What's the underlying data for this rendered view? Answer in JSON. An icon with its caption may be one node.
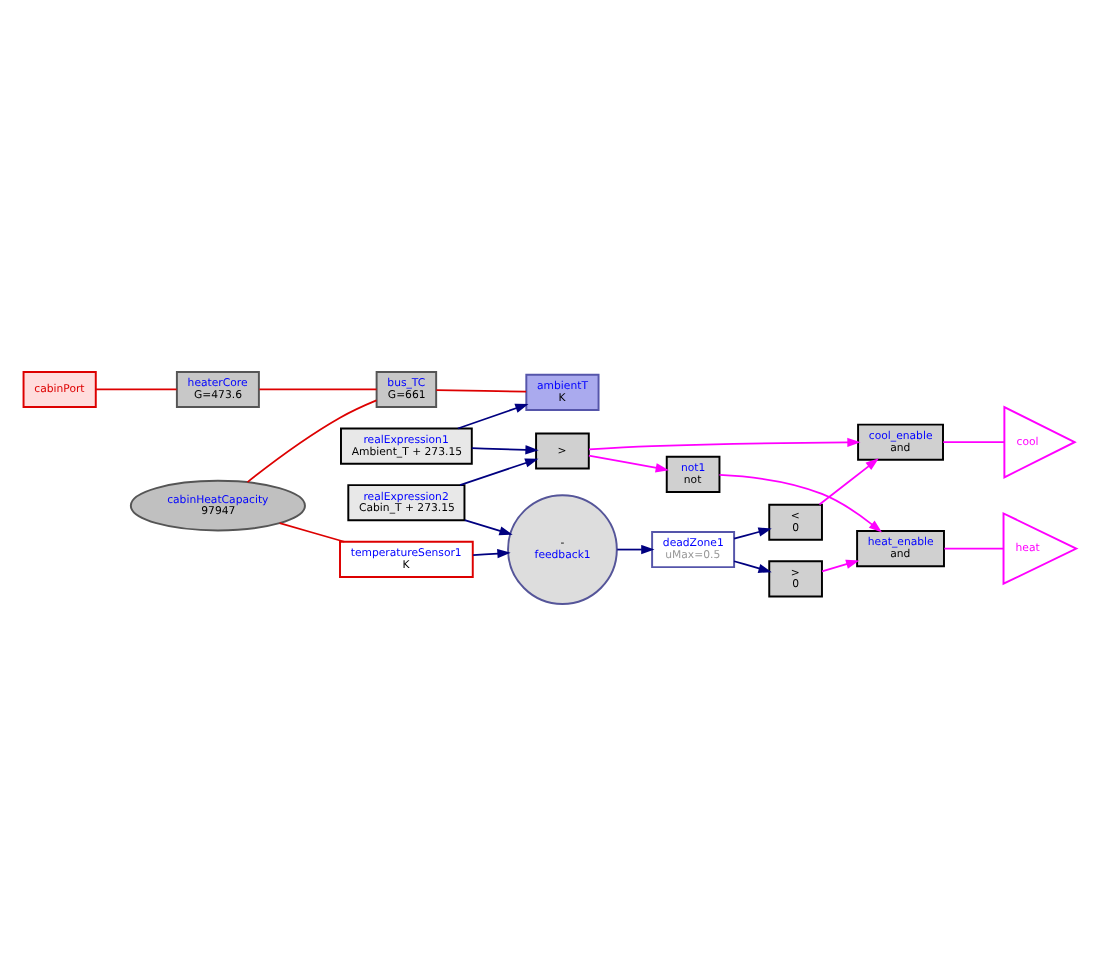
{
  "diagram": {
    "nodes": [
      {
        "text": [
          "cabinPort"
        ]
      },
      {
        "text": [
          "heaterCore",
          "G=473.6"
        ]
      },
      {
        "text": [
          "cabinHeatCapacity",
          "97947"
        ]
      },
      {
        "text": [
          "bus_TC",
          "G=661"
        ]
      },
      {
        "text": [
          "ambientT",
          "K"
        ]
      },
      {
        "text": [
          "realExpression1",
          "Ambient_T + 273.15"
        ]
      },
      {
        "text": [
          "temperatureSensor1",
          "K"
        ]
      },
      {
        "text": [
          "realExpression2",
          "Cabin_T + 273.15"
        ]
      },
      {
        "text": [
          "-",
          "feedback1"
        ]
      },
      {
        "text": [
          ">"
        ]
      },
      {
        "text": [
          "not1",
          "not"
        ]
      },
      {
        "text": [
          "deadZone1",
          "uMax=0.5"
        ]
      },
      {
        "text": [
          ">",
          "0"
        ]
      },
      {
        "text": [
          "<",
          "0"
        ]
      },
      {
        "text": [
          "cool_enable",
          "and"
        ]
      },
      {
        "text": [
          "heat_enable",
          "and"
        ]
      },
      {
        "text": [
          "cool"
        ]
      },
      {
        "text": [
          "heat"
        ]
      }
    ],
    "edges": [
      {
        "from": 0,
        "to": 1,
        "arrow": "none",
        "color": "#dd0000"
      },
      {
        "from": 1,
        "to": 3,
        "arrow": "none",
        "color": "#dd0000"
      },
      {
        "from": 2,
        "to": 3,
        "arrow": "none",
        "color": "#dd0000"
      },
      {
        "from": 2,
        "to": 6,
        "arrow": "none",
        "color": "#dd0000"
      },
      {
        "from": 3,
        "to": 4,
        "arrow": "none",
        "color": "#dd0000"
      },
      {
        "from": 5,
        "to": 4,
        "arrow": "to"
      },
      {
        "from": 5,
        "to": 9,
        "arrow": "to"
      },
      {
        "from": 6,
        "to": 8,
        "arrow": "to"
      },
      {
        "from": 7,
        "to": 8,
        "arrow": "to"
      },
      {
        "from": 7,
        "to": 9,
        "arrow": "to"
      },
      {
        "from": 8,
        "to": 11,
        "arrow": "to"
      },
      {
        "from": 11,
        "to": 12,
        "arrow": "to"
      },
      {
        "from": 11,
        "to": 13,
        "arrow": "to"
      },
      {
        "from": 9,
        "to": 10,
        "arrow": "to",
        "color": "#ff00ff"
      },
      {
        "from": 9,
        "to": 14,
        "arrow": "to",
        "color": "#ff00ff"
      },
      {
        "from": 10,
        "to": 15,
        "arrow": "to",
        "color": "#ff00ff"
      },
      {
        "from": 12,
        "to": 15,
        "arrow": "to",
        "color": "#ff00ff"
      },
      {
        "from": 13,
        "to": 14,
        "arrow": "to",
        "color": "#ff00ff"
      },
      {
        "from": 14,
        "to": 16,
        "arrow": "none",
        "color": "#ff00ff"
      },
      {
        "from": 15,
        "to": 17,
        "arrow": "none",
        "color": "#ff00ff"
      }
    ]
  }
}
